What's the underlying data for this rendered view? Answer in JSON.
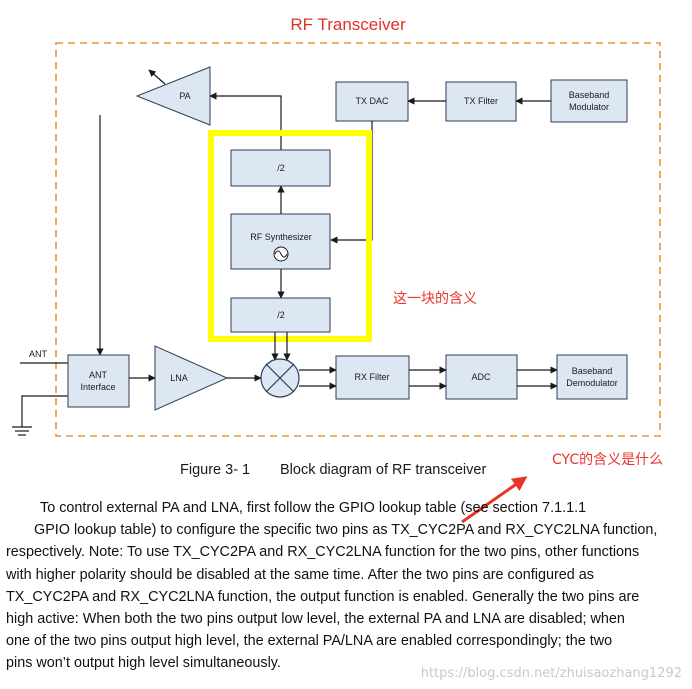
{
  "diagram": {
    "title": "RF Transceiver",
    "blocks": {
      "pa": "PA",
      "tx_dac": "TX DAC",
      "tx_filter": "TX Filter",
      "baseband_modulator": [
        "Baseband",
        "Modulator"
      ],
      "div_top": "/2",
      "rf_synthesizer": "RF  Synthesizer",
      "div_bottom": "/2",
      "ant_label": "ANT",
      "ant_interface": [
        "ANT",
        "Interface"
      ],
      "lna": "LNA",
      "rx_filter": "RX Filter",
      "adc": "ADC",
      "baseband_demodulator": [
        "Baseband",
        "Demodulator"
      ]
    },
    "annotation_block": "这一块的含义",
    "annotation_cyc": "CYC的含义是什么",
    "caption_number": "Figure 3- 1",
    "caption_text": "Block diagram of RF transceiver",
    "colors": {
      "title_red": "#e0302a",
      "highlight_yellow": "#ffff00",
      "dashed_orange": "#f0903a",
      "block_fill": "#dde7f3"
    }
  },
  "body": {
    "lines": [
      "To control external PA and LNA, first follow the GPIO lookup table (see section 7.1.1.1",
      "GPIO lookup table) to configure the specific two pins as TX_CYC2PA and RX_CYC2LNA function,",
      "respectively. Note: To use TX_CYC2PA and RX_CYC2LNA function for the two pins, other functions",
      "with higher polarity should be disabled at the same time. After the two pins are configured as",
      "TX_CYC2PA and RX_CYC2LNA function, the output function is enabled. Generally the two pins are",
      "high active: When both the two pins output low level, the external PA and LNA are disabled; when",
      "one of the two pins output high level, the external PA/LNA are enabled correspondingly; the two",
      "pins won’t output high level simultaneously."
    ]
  },
  "watermark": "https://blog.csdn.net/zhuisaozhang1292"
}
